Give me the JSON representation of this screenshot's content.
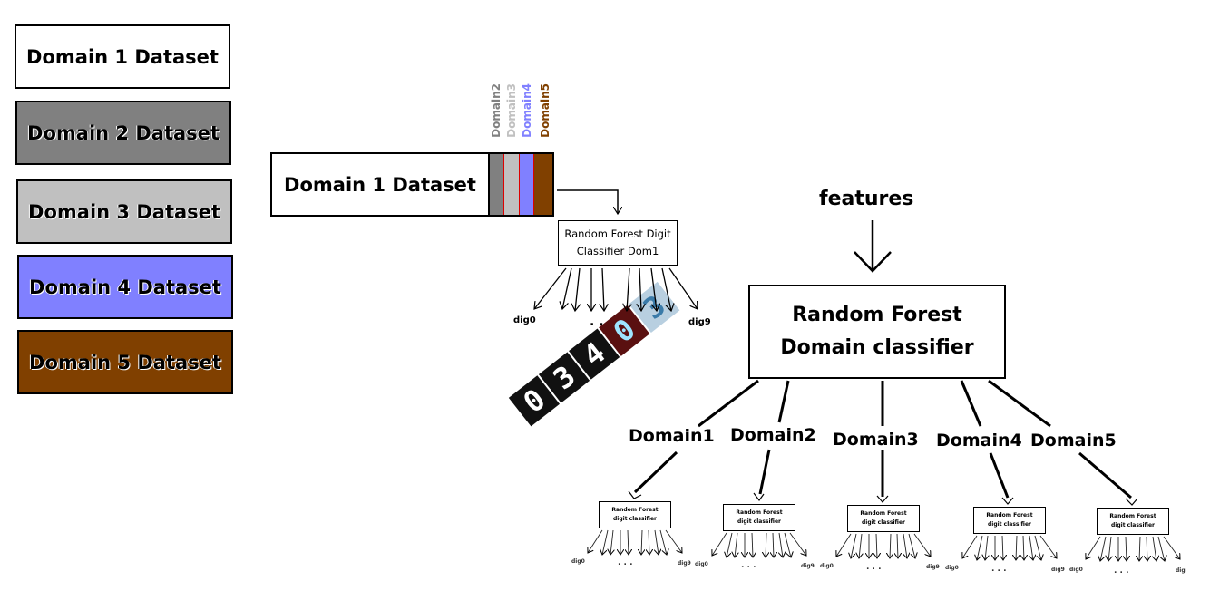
{
  "legend": [
    {
      "label": "Domain 1 Dataset",
      "color": "#ffffff"
    },
    {
      "label": "Domain 2 Dataset",
      "color": "#808080"
    },
    {
      "label": "Domain 3 Dataset",
      "color": "#c0c0c0"
    },
    {
      "label": "Domain 4 Dataset",
      "color": "#8080ff"
    },
    {
      "label": "Domain 5 Dataset",
      "color": "#804000"
    }
  ],
  "combined": {
    "label": "Domain 1 Dataset",
    "strips": [
      {
        "label": "Domain2",
        "color": "#808080"
      },
      {
        "label": "Domain3",
        "color": "#c0c0c0"
      },
      {
        "label": "Domain4",
        "color": "#8080ff"
      },
      {
        "label": "Domain5",
        "color": "#804000"
      }
    ]
  },
  "classifier_dom1": {
    "line1": "Random Forest Digit",
    "line2": "Classifier Dom1",
    "left_out": "dig0",
    "ellipsis": ". . .",
    "right_out": "dig9"
  },
  "digits": [
    "0",
    "3",
    "4",
    "0",
    "3"
  ],
  "features_label": "features",
  "domain_classifier": {
    "line1": "Random Forest",
    "line2": "Domain  classifier"
  },
  "domains": [
    "Domain1",
    "Domain2",
    "Domain3",
    "Domain4",
    "Domain5"
  ],
  "sub_classifier": {
    "line1": "Random Forest",
    "line2": "digit  classifier"
  },
  "sub_outputs": {
    "left": "dig0",
    "ellipsis": ". . .",
    "right": "dig9",
    "last_right": "dig"
  }
}
